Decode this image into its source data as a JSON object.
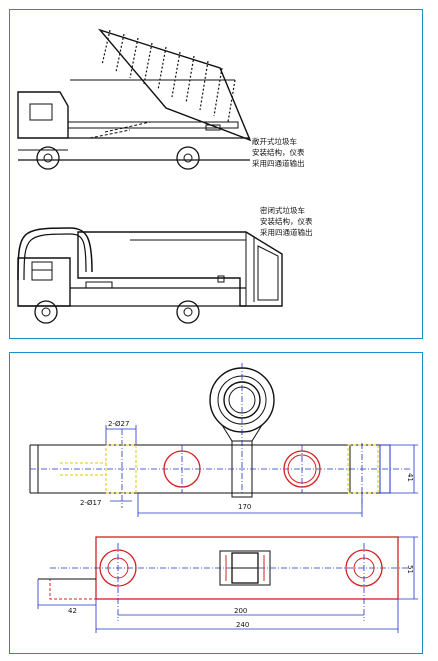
{
  "top_panel": {
    "caption_open": [
      "敞开式垃圾车",
      "安装结构，仪表",
      "采用四通道输出"
    ],
    "caption_closed": [
      "密闭式垃圾车",
      "安装结构，仪表",
      "采用四通道输出"
    ]
  },
  "bottom_panel": {
    "dim_hole_top": "2-Ø27",
    "dim_hole_bottom": "2-Ø17",
    "dim_170": "170",
    "dim_41": "41",
    "dim_51": "51",
    "dim_42": "42",
    "dim_200": "200",
    "dim_240": "240"
  },
  "colors": {
    "border": "#1b8fc7",
    "dim_blue": "#2030c8",
    "red": "#d42020",
    "yellow": "#e0c800",
    "line": "#111111"
  }
}
